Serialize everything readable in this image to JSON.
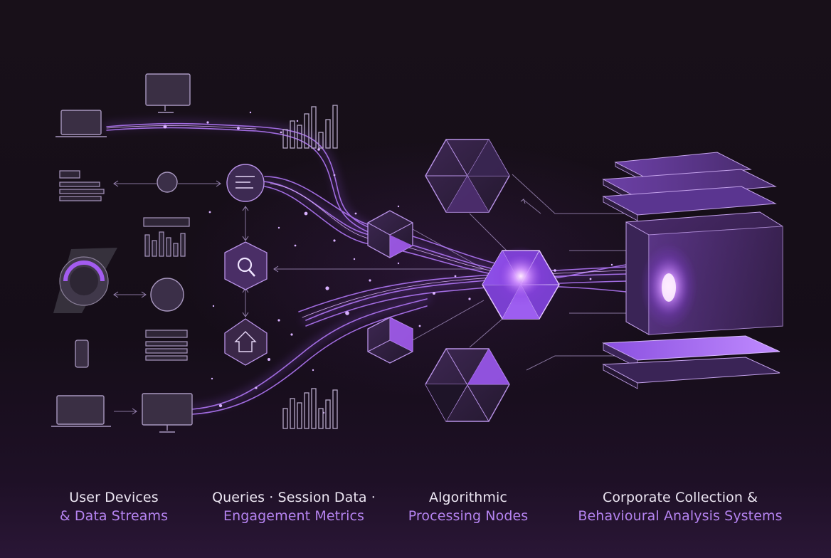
{
  "captions": [
    {
      "line1": "User Devices",
      "line2": "& Data Streams"
    },
    {
      "line1": "Queries · Session Data ·",
      "line2": "Engagement Metrics"
    },
    {
      "line1": "Algorithmic",
      "line2": "Processing Nodes"
    },
    {
      "line1": "Corporate Collection &",
      "line2": "Behavioural Analysis Systems"
    }
  ],
  "colors": {
    "background": "#150d18",
    "line": "#9a86b4",
    "accent": "#a35cf0",
    "glow": "#d7a6ff",
    "caption_primary": "#ece6f2",
    "caption_accent": "#b583f0"
  },
  "icons": [
    "monitor-icon",
    "laptop-icon",
    "list-icon",
    "circle-node-icon",
    "list-menu-icon",
    "bar-chart-icon",
    "magnifier-icon",
    "search-cube-icon",
    "home-cube-icon",
    "phone-icon",
    "hexagon-node-icon",
    "server-stack-icon"
  ]
}
